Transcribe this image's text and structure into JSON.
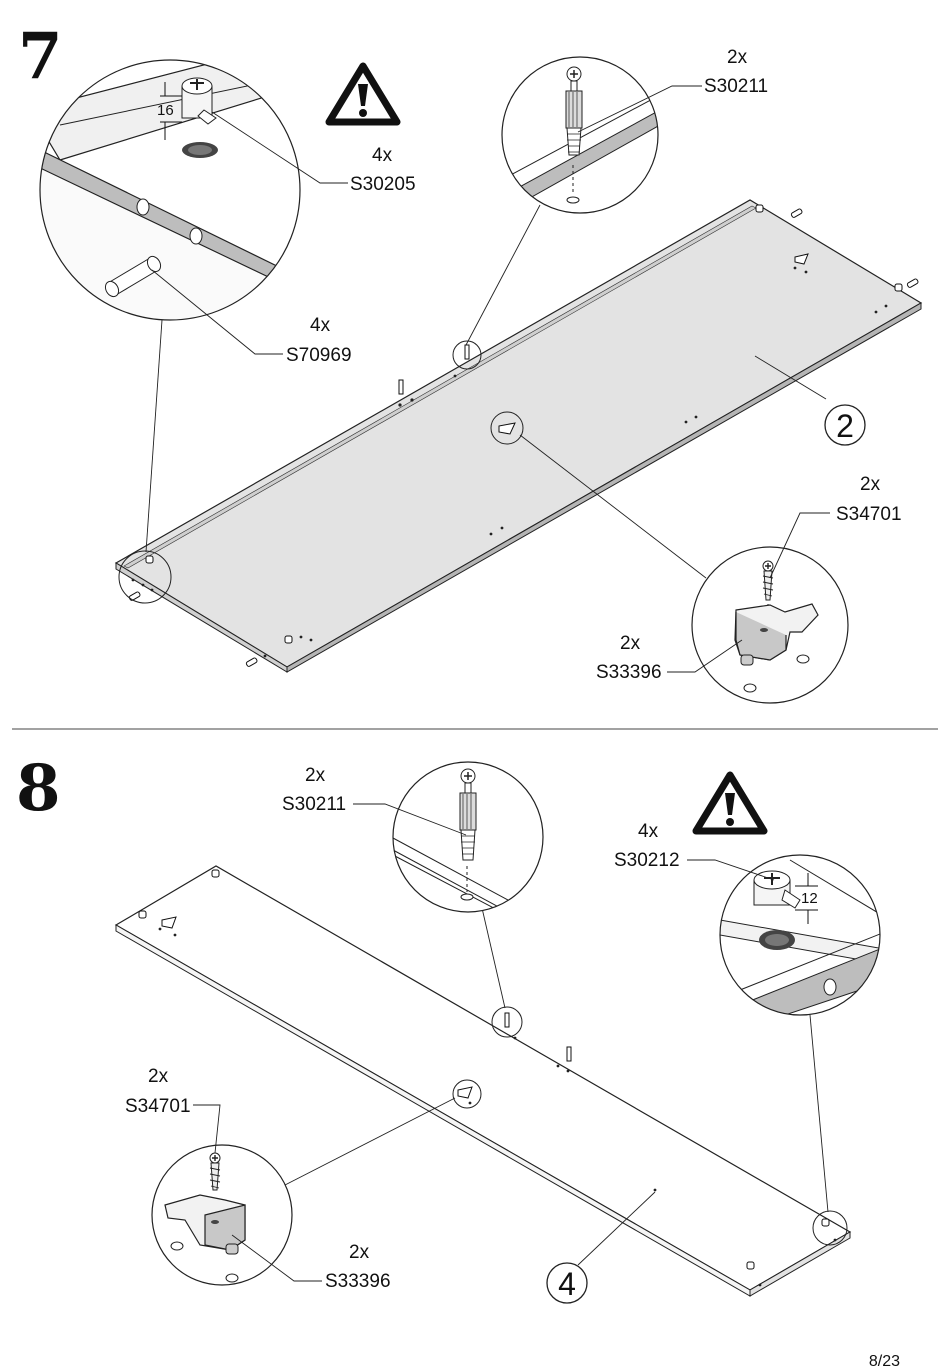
{
  "step7": {
    "number": "7",
    "callouts": {
      "cam_qty": "4x",
      "cam_code": "S30205",
      "cam_dim": "16",
      "dowel_qty": "4x",
      "dowel_code": "S70969",
      "bolt_qty": "2x",
      "bolt_code": "S30211",
      "screw_qty": "2x",
      "screw_code": "S34701",
      "bracket_qty": "2x",
      "bracket_code": "S33396"
    },
    "part_number": "2"
  },
  "step8": {
    "number": "8",
    "callouts": {
      "bolt_qty": "2x",
      "bolt_code": "S30211",
      "cam_qty": "4x",
      "cam_code": "S30212",
      "cam_dim": "12",
      "screw_qty": "2x",
      "screw_code": "S34701",
      "bracket_qty": "2x",
      "bracket_code": "S33396"
    },
    "part_number": "4"
  },
  "page_number": "8/23"
}
